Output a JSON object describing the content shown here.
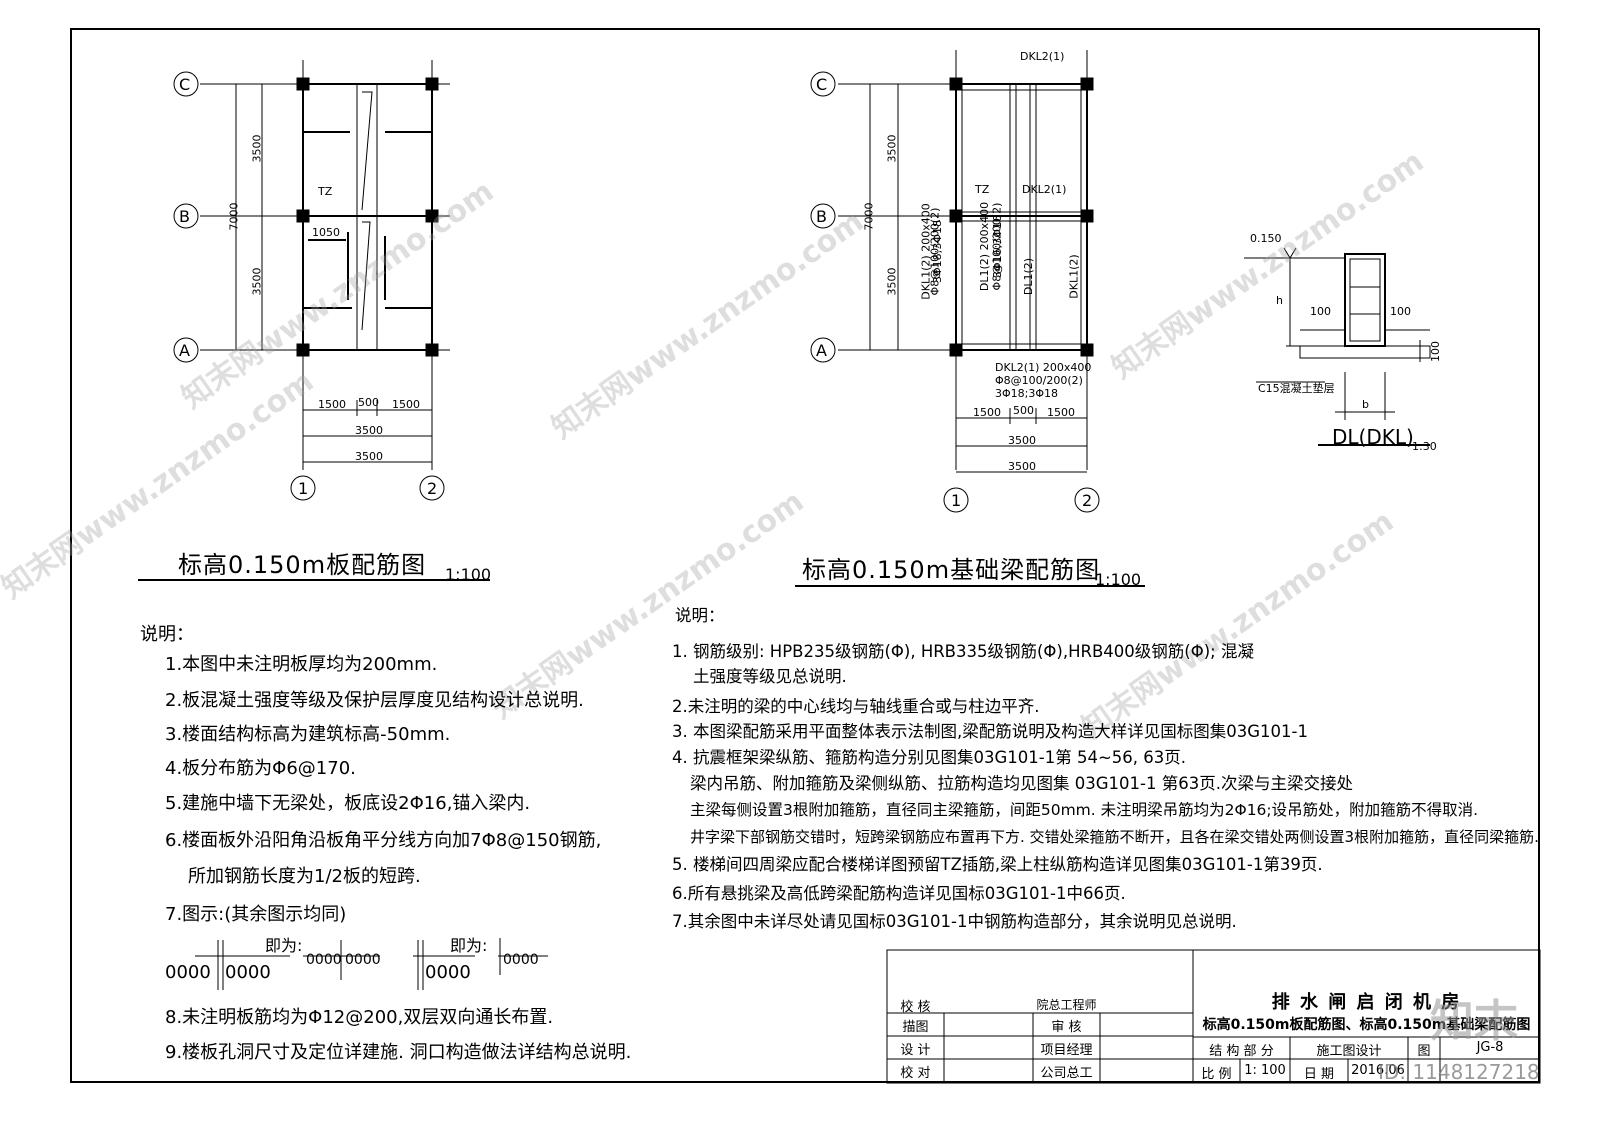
{
  "left_plan": {
    "title": "标高0.150m板配筋图",
    "scale": "1:100",
    "axes_rows": [
      "C",
      "B",
      "A"
    ],
    "axes_cols": [
      "1",
      "2"
    ],
    "dims_vertical": [
      "3500",
      "7000",
      "3500"
    ],
    "dims_horizontal": [
      "1500",
      "500",
      "1500",
      "3500",
      "3500"
    ],
    "tz_label": "TZ",
    "dim_1050": "1050"
  },
  "right_plan": {
    "title": "标高0.150m基础梁配筋图",
    "scale": "1:100",
    "axes_rows": [
      "C",
      "B",
      "A"
    ],
    "axes_cols": [
      "1",
      "2"
    ],
    "dims_vertical": [
      "3500",
      "7000",
      "3500"
    ],
    "dims_horizontal": [
      "1500",
      "500",
      "1500",
      "3500",
      "3500"
    ],
    "tz_label": "TZ",
    "beam_dkl2_top": "DKL2(1)",
    "beam_dkl2_mid": "DKL2(1)",
    "beam_dl1_a": "DL1(2)",
    "beam_dkl1_b": "DKL1(2)",
    "beam_dkl1_spec_1": "DKL1(2) 200x400",
    "beam_dkl1_spec_2": "Φ8@100/200(2)",
    "beam_dkl1_spec_3": "3Φ18;3Φ18",
    "beam_dl1_spec_1": "DL1(2) 200x400",
    "beam_dl1_spec_2": "Φ8@100/200(2)",
    "beam_dl1_spec_3": "3Φ16;3Φ16",
    "beam_bottom_1": "DKL2(1) 200x400",
    "beam_bottom_2": "Φ8@100/200(2)",
    "beam_bottom_3": "3Φ18;3Φ18"
  },
  "section": {
    "elev": "0.150",
    "h_label": "h",
    "left_100": "100",
    "right_100": "100",
    "bottom_100": "100",
    "b_label": "b",
    "pad_label": "C15混凝土垫层",
    "name": "DL(DKL)",
    "scale": "1:30"
  },
  "notes_left": {
    "heading": "说明：",
    "items": [
      "1.本图中未注明板厚均为200mm.",
      "2.板混凝土强度等级及保护层厚度见结构设计总说明.",
      "3.楼面结构标高为建筑标高-50mm.",
      "4.板分布筋为Φ6@170.",
      "5.建施中墙下无梁处，板底设2Φ16,锚入梁内.",
      "6.楼面板外沿阳角沿板角平分线方向加7Φ8@150钢筋,",
      "所加钢筋长度为1/2板的短跨.",
      "7.图示:(其余图示均同)",
      "8.未注明板筋均为Φ12@200,双层双向通长布置.",
      "9.楼板孔洞尺寸及定位详建施. 洞口构造做法详结构总说明."
    ],
    "legend_a": "0000",
    "legend_b": "0000",
    "legend_c": "0000",
    "legend_d": "0000",
    "legend_e": "0000",
    "legend_f": "0000",
    "jiwei_1": "即为:",
    "jiwei_2": "即为:"
  },
  "notes_right": {
    "heading": "说明：",
    "items": [
      "1. 钢筋级别: HPB235级钢筋(Φ), HRB335级钢筋(Φ),HRB400级钢筋(Φ); 混凝",
      "土强度等级见总说明.",
      "2.未注明的梁的中心线均与轴线重合或与柱边平齐.",
      "3. 本图梁配筋采用平面整体表示法制图,梁配筋说明及构造大样详见国标图集03G101-1",
      "4. 抗震框架梁纵筋、箍筋构造分别见图集03G101-1第 54~56, 63页.",
      "梁内吊筋、附加箍筋及梁侧纵筋、拉筋构造均见图集 03G101-1 第63页.次梁与主梁交接处",
      "主梁每侧设置3根附加箍筋，直径同主梁箍筋，间距50mm. 未注明梁吊筋均为2Φ16;设吊筋处，附加箍筋不得取消.",
      "井字梁下部钢筋交错时，短跨梁钢筋应布置再下方. 交错处梁箍筋不断开，且各在梁交错处两侧设置3根附加箍筋，直径同梁箍筋.",
      "5. 楼梯间四周梁应配合楼梯详图预留TZ插筋,梁上柱纵筋构造详见图集03G101-1第39页.",
      "6.所有悬挑梁及高低跨梁配筋构造详见国标03G101-1中66页.",
      "7.其余图中未详尽处请见国标03G101-1中钢筋构造部分，其余说明见总说明."
    ]
  },
  "title_block": {
    "project": "排 水 闸 启 闭 机 房",
    "drawing": "标高0.150m板配筋图、标高0.150m基础梁配筋图",
    "rows": [
      {
        "a": "描图",
        "b": "审 核"
      },
      {
        "a": "设 计",
        "b": "项目经理"
      },
      {
        "a": "校 对",
        "b": "公司总工"
      },
      {
        "a": "校 核",
        "b": "院总工程师"
      }
    ],
    "dept_label": "结 构 部 分",
    "stage": "施工图设计",
    "fig_label": "图",
    "fig_no": "JG-8",
    "scale_label": "比 例",
    "scale_val": "1: 100",
    "date_label": "日 期",
    "date_val": "2016.06"
  },
  "watermarks": [
    "知末网www.znzmo.com",
    "知末网www.znzmo.com",
    "知末网www.znzmo.com",
    "知末网www.znzmo.com",
    "知末网www.znzmo.com",
    "知末网www.znzmo.com"
  ],
  "brand": "知末",
  "id_text": "ID: 1148127218"
}
